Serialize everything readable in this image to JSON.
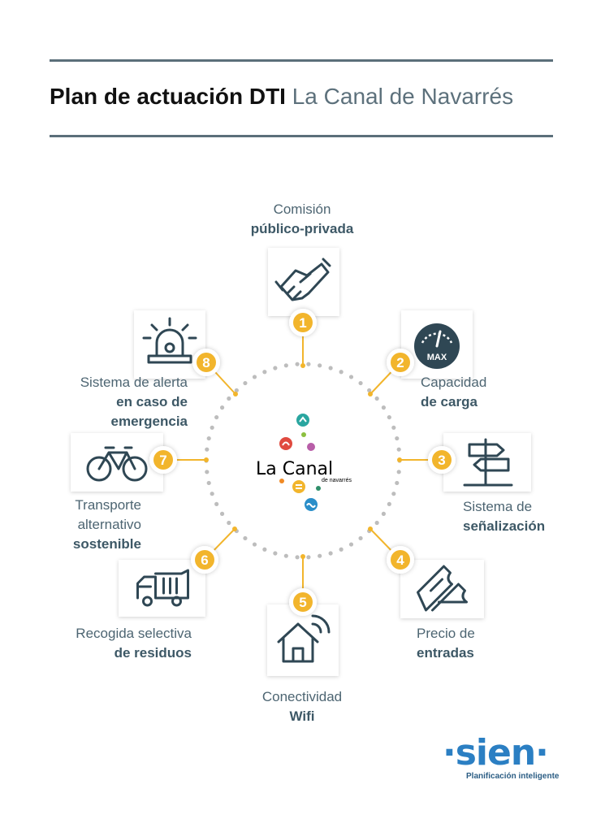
{
  "header": {
    "title_bold": "Plan de actuación DTI",
    "title_light": "La Canal de Navarrés"
  },
  "center_logo": {
    "name": "La Canal",
    "subtitle": "de navarrés"
  },
  "items": [
    {
      "number": "1",
      "line1": "Comisión",
      "line2": "público-privada",
      "line3": "",
      "icon": "handshake-icon"
    },
    {
      "number": "2",
      "line1": "Capacidad",
      "line2": "de carga",
      "line3": "",
      "icon": "gauge-max-icon"
    },
    {
      "number": "3",
      "line1": "Sistema de",
      "line2": "señalización",
      "line3": "",
      "icon": "signpost-icon"
    },
    {
      "number": "4",
      "line1": "Precio de",
      "line2": "entradas",
      "line3": "",
      "icon": "tickets-icon"
    },
    {
      "number": "5",
      "line1": "Conectividad",
      "line2": "Wifi",
      "line3": "",
      "icon": "wifi-house-icon"
    },
    {
      "number": "6",
      "line1": "Recogida selectiva",
      "line2": "de residuos",
      "line3": "",
      "icon": "garbage-truck-icon"
    },
    {
      "number": "7",
      "line1": "Transporte",
      "line2": "alternativo",
      "line3": "sostenible",
      "icon": "bicycle-icon"
    },
    {
      "number": "8",
      "line1": "Sistema de alerta",
      "line2": "en caso de",
      "line3": "emergencia",
      "icon": "alarm-siren-icon"
    }
  ],
  "gauge_text": "MAX",
  "brand": {
    "name": "·sien·",
    "tagline": "Planificación inteligente"
  },
  "colors": {
    "accent": "#f2b52c",
    "dots": "#bdbdbd",
    "text": "#4d6572",
    "brand": "#2b7fc3"
  }
}
